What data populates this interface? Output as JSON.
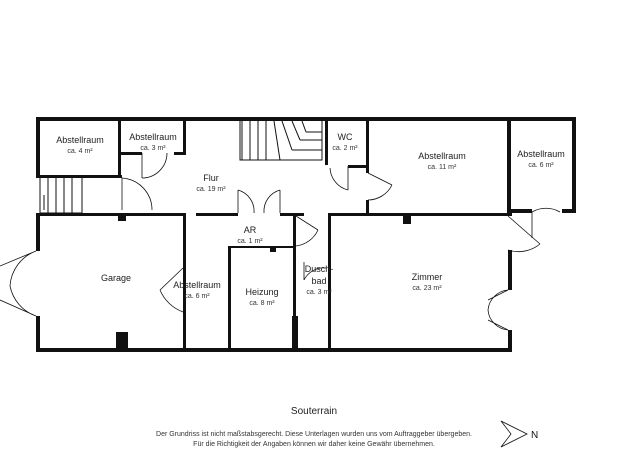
{
  "floor_label": "Souterrain",
  "disclaimer": {
    "line1": "Der Grundriss ist nicht maßstabsgerecht. Diese Unterlagen wurden uns vom Auftraggeber übergeben.",
    "line2": "Für die Richtigkeit der Angaben können wir daher keine Gewähr übernehmen."
  },
  "north": "N",
  "rooms": {
    "abstellraum_4": {
      "name": "Abstellraum",
      "area": "ca. 4 m²"
    },
    "abstellraum_3": {
      "name": "Abstellraum",
      "area": "ca. 3 m²"
    },
    "flur": {
      "name": "Flur",
      "area": "ca. 19 m²"
    },
    "wc": {
      "name": "WC",
      "area": "ca. 2 m²"
    },
    "abstellraum_11": {
      "name": "Abstellraum",
      "area": "ca. 11 m²"
    },
    "abstellraum_6_right": {
      "name": "Abstellraum",
      "area": "ca. 6 m²"
    },
    "ar": {
      "name": "AR",
      "area": "ca. 1 m²"
    },
    "garage": {
      "name": "Garage",
      "area": ""
    },
    "abstellraum_6_mid": {
      "name": "Abstellraum",
      "area": "ca. 6 m²"
    },
    "heizung": {
      "name": "Heizung",
      "area": "ca. 8 m²"
    },
    "duschbad": {
      "name_line1": "Dusch-",
      "name_line2": "bad",
      "area": "ca. 3 m²"
    },
    "zimmer": {
      "name": "Zimmer",
      "area": "ca. 23 m²"
    }
  }
}
